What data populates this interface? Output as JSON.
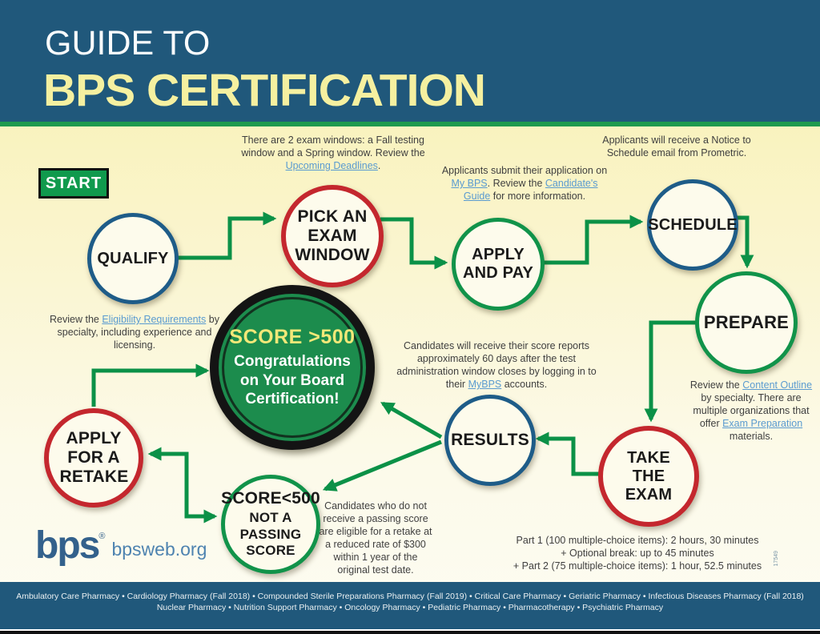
{
  "page": {
    "title_line1": "GUIDE TO",
    "title_line2": "BPS CERTIFICATION",
    "logo_text": "bps",
    "reg_mark": "®",
    "website": "bpsweb.org",
    "doc_number": "17549"
  },
  "start_label": "START",
  "nodes": {
    "qualify": {
      "label": "QUALIFY"
    },
    "pick_window": {
      "label": "PICK AN EXAM WINDOW"
    },
    "apply_pay": {
      "label": "APPLY AND PAY"
    },
    "schedule": {
      "label": "SCHEDULE"
    },
    "prepare": {
      "label": "PREPARE"
    },
    "take_exam": {
      "label": "TAKE THE EXAM"
    },
    "results": {
      "label": "RESULTS"
    },
    "score_fail": {
      "line1": "SCORE<500",
      "line2": "NOT A PASSING SCORE"
    },
    "retake": {
      "label": "APPLY FOR A RETAKE"
    },
    "score_pass": {
      "line1": "SCORE >500",
      "line2": "Congratulations on Your Board Certification!"
    }
  },
  "annotations": {
    "exam_windows": {
      "t1": "There are 2 exam windows: a Fall testing window and a Spring window. Review the ",
      "l1": "Upcoming Deadlines",
      "t2": "."
    },
    "apply_pay": {
      "t1": "Applicants submit their application on ",
      "l1": "My BPS",
      "t2": ". Review the ",
      "l2": "Candidate's Guide",
      "t3": " for more information."
    },
    "schedule": {
      "text": "Applicants will receive a Notice to Schedule email from Prometric."
    },
    "qualify": {
      "t1": "Review the ",
      "l1": "Eligibility Requirements",
      "t2": " by specialty, including experience and licensing."
    },
    "results": {
      "t1": "Candidates will receive their score reports approximately 60 days after the test administration window closes by logging in to their ",
      "l1": "MyBPS",
      "t2": " accounts."
    },
    "prepare": {
      "t1": "Review the ",
      "l1": "Content Outline",
      "t2": " by specialty. There are multiple organizations that offer ",
      "l2": "Exam Preparation",
      "t3": " materials."
    },
    "retake_note": {
      "text": "Candidates who do not receive a passing score are eligible for a retake at a reduced rate of $300 within 1 year of the original test date."
    },
    "exam_details": {
      "line1": "Part 1 (100 multiple-choice items): 2 hours, 30 minutes",
      "line2": "+ Optional break: up to 45 minutes",
      "line3": "+ Part 2 (75 multiple-choice items): 1 hour, 52.5 minutes"
    }
  },
  "footer": {
    "line1": "Ambulatory Care Pharmacy • Cardiology Pharmacy (Fall 2018) • Compounded Sterile Preparations Pharmacy (Fall 2019) • Critical Care Pharmacy • Geriatric Pharmacy • Infectious Diseases Pharmacy (Fall 2018)",
    "line2": "Nuclear Pharmacy • Nutrition Support Pharmacy • Oncology Pharmacy • Pediatric Pharmacy • Pharmacotherapy • Psychiatric Pharmacy"
  },
  "colors": {
    "header_bg": "#20587B",
    "footer_bg": "#20587B",
    "title_yellow": "#F5F0A0",
    "accent_green": "#11934A",
    "circle_blue": "#1E5C88",
    "circle_red": "#C4272E",
    "pass_circle_green": "#1C8C4D",
    "link_blue": "#5A9BD0",
    "start_green": "#109A4D"
  }
}
